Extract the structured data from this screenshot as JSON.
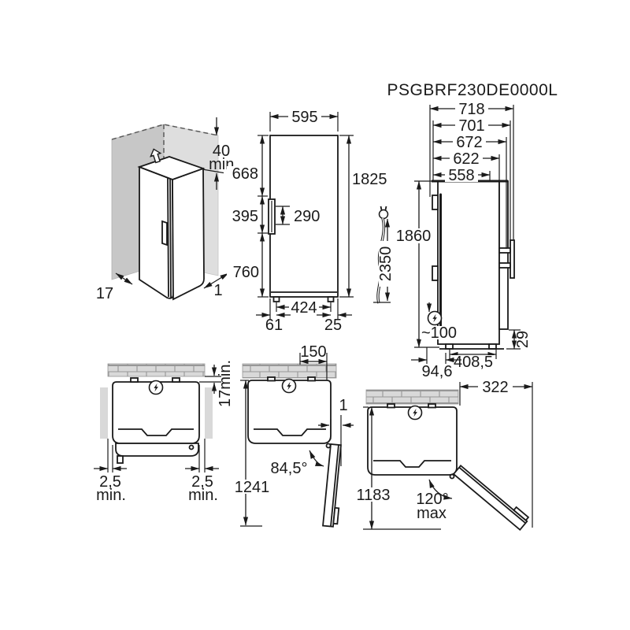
{
  "title": "PSGBRF230DE0000L",
  "corner": {
    "clearance_top": "40",
    "clearance_top_unit": "min.",
    "clearance_side": "17",
    "clearance_rear": "1"
  },
  "front": {
    "width": "595",
    "height": "1825",
    "seg_top": "668",
    "seg_handle": "395",
    "handle_len": "290",
    "seg_bottom": "760",
    "feet_span": "424",
    "foot_left": "61",
    "foot_right": "25"
  },
  "side": {
    "depth_1": "718",
    "depth_2": "701",
    "depth_3": "672",
    "depth_4": "622",
    "depth_5": "558",
    "height": "1860",
    "cord_length": "2350",
    "cord_pos": "~100",
    "rear_offset": "94,6",
    "feet_span": "408,5",
    "plinth_height": "29"
  },
  "plan_closed": {
    "rear_gap": "17min.",
    "gap_left_value": "2,5",
    "gap_left_unit": "min.",
    "gap_right_value": "2,5",
    "gap_right_unit": "min."
  },
  "plan_85": {
    "wall_distance": "150",
    "side_gap": "1",
    "angle": "84,5°",
    "swing_depth": "1241"
  },
  "plan_120": {
    "door_clearance": "322",
    "swing_depth": "1183",
    "angle": "120°",
    "angle_qualifier": "max"
  }
}
